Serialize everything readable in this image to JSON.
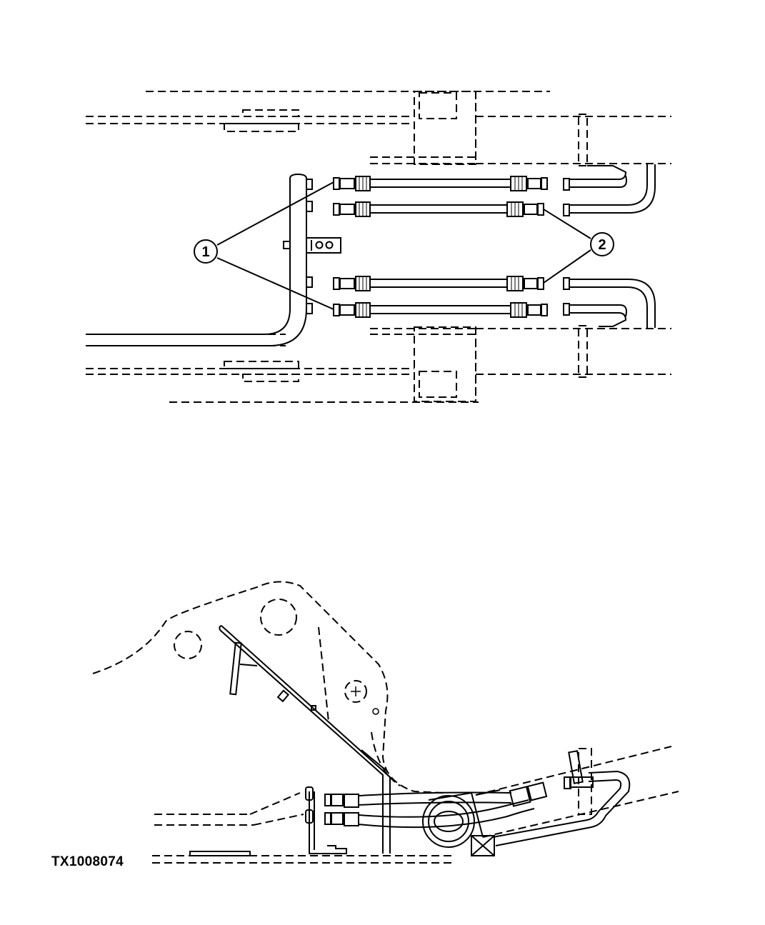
{
  "figure_id": "TX1008074",
  "callouts": [
    {
      "label": "1"
    },
    {
      "label": "2"
    }
  ],
  "colors": {
    "ink": "#000000",
    "paper": "#ffffff"
  }
}
